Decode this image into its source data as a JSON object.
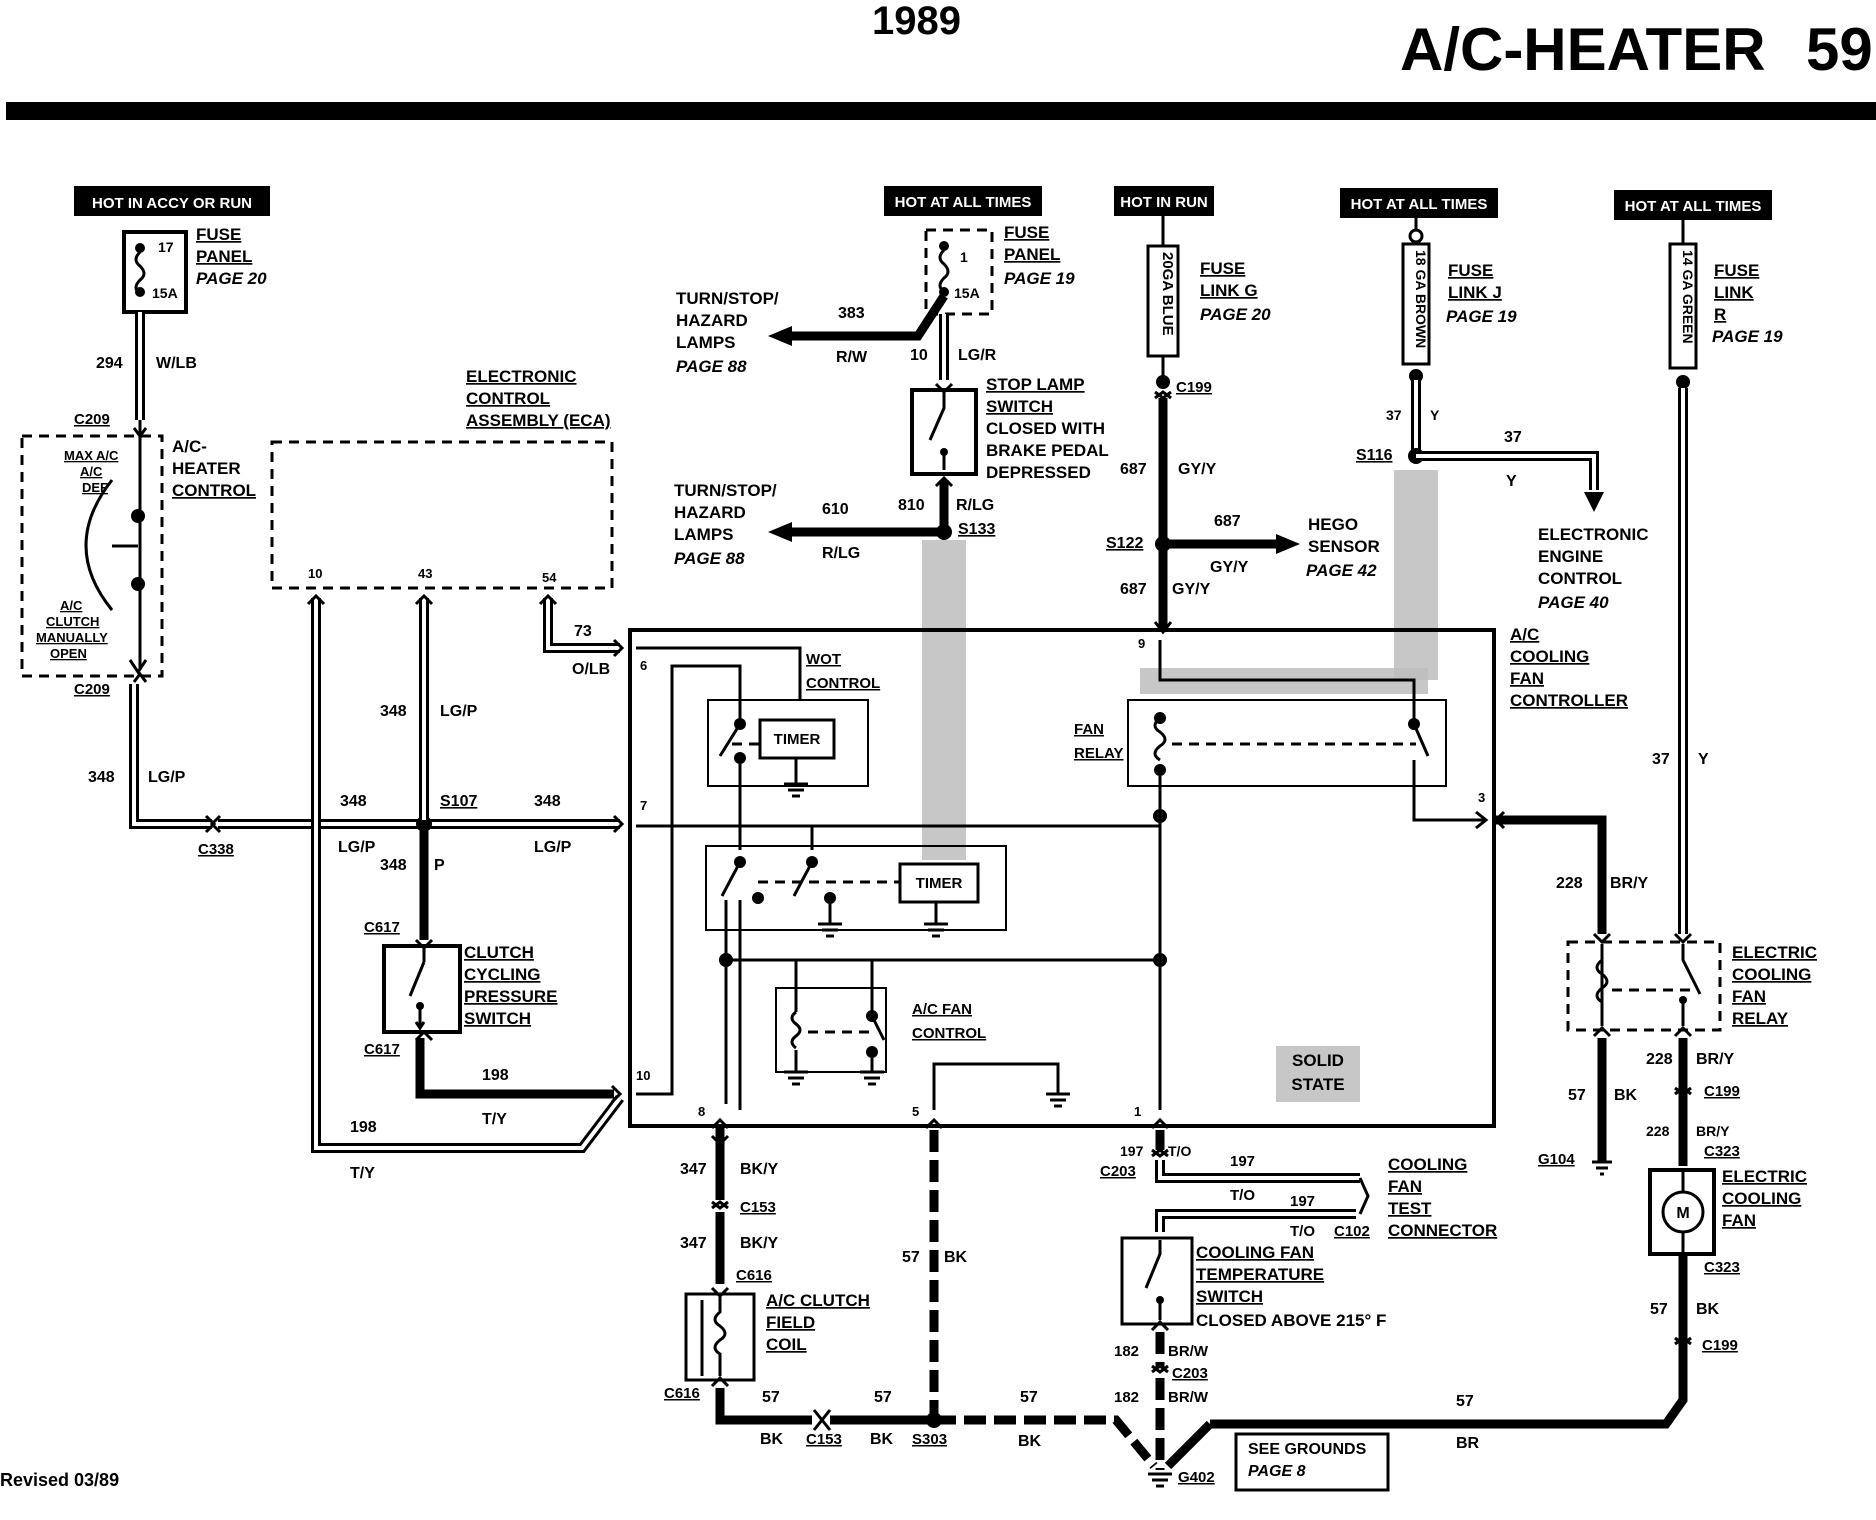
{
  "header": {
    "year": "1989",
    "title": "A/C-HEATER",
    "page": "59"
  },
  "footer": {
    "revised": "Revised 03/89"
  },
  "power": {
    "p1": "HOT IN ACCY OR RUN",
    "p2": "HOT AT ALL TIMES",
    "p3": "HOT IN RUN",
    "p4": "HOT AT ALL TIMES",
    "p5": "HOT AT ALL TIMES"
  },
  "fuse_panel_a": {
    "label1": "FUSE",
    "label2": "PANEL",
    "page": "PAGE 20",
    "num": "17",
    "amp": "15A"
  },
  "fuse_panel_b": {
    "label1": "FUSE",
    "label2": "PANEL",
    "page": "PAGE 19",
    "num": "1",
    "amp": "15A"
  },
  "fuse_link_g": {
    "wire": "20GA BLUE",
    "l1": "FUSE",
    "l2": "LINK G",
    "page": "PAGE 20"
  },
  "fuse_link_j": {
    "wire": "18 GA BROWN",
    "l1": "FUSE",
    "l2": "LINK J",
    "page": "PAGE 19"
  },
  "fuse_link_r": {
    "wire": "14 GA GREEN",
    "l1": "FUSE",
    "l2": "LINK",
    "l3": "R",
    "page": "PAGE 19"
  },
  "hvac_control": {
    "l1": "A/C-",
    "l2": "HEATER",
    "l3": "CONTROL",
    "max": "MAX A/C",
    "ac": "A/C",
    "def": "DEF",
    "clutch1": "A/C",
    "clutch2": "CLUTCH",
    "clutch3": "MANUALLY",
    "clutch4": "OPEN"
  },
  "eca": {
    "l1": "ELECTRONIC",
    "l2": "CONTROL",
    "l3": "ASSEMBLY (ECA)",
    "p10": "10",
    "p43": "43",
    "p54": "54"
  },
  "turn1": {
    "l1": "TURN/STOP/",
    "l2": "HAZARD",
    "l3": "LAMPS",
    "page": "PAGE 88"
  },
  "turn2": {
    "l1": "TURN/STOP/",
    "l2": "HAZARD",
    "l3": "LAMPS",
    "page": "PAGE 88"
  },
  "stop_switch": {
    "l1": "STOP LAMP",
    "l2": "SWITCH",
    "l3": "CLOSED WITH",
    "l4": "BRAKE PEDAL",
    "l5": "DEPRESSED"
  },
  "hego": {
    "l1": "HEGO",
    "l2": "SENSOR",
    "page": "PAGE 42"
  },
  "eec": {
    "l1": "ELECTRONIC",
    "l2": "ENGINE",
    "l3": "CONTROL",
    "page": "PAGE 40"
  },
  "controller": {
    "l1": "A/C",
    "l2": "COOLING",
    "l3": "FAN",
    "l4": "CONTROLLER",
    "wot1": "WOT",
    "wot2": "CONTROL",
    "timer": "TIMER",
    "timer2": "TIMER",
    "fanrelay1": "FAN",
    "fanrelay2": "RELAY",
    "acfan1": "A/C FAN",
    "acfan2": "CONTROL",
    "solid1": "SOLID",
    "solid2": "STATE",
    "pin6": "6",
    "pin7": "7",
    "pin10": "10",
    "pin9": "9",
    "pin3": "3",
    "pin8": "8",
    "pin5": "5",
    "pin1": "1"
  },
  "clutch_switch": {
    "l1": "CLUTCH",
    "l2": "CYCLING",
    "l3": "PRESSURE",
    "l4": "SWITCH"
  },
  "ecf_relay": {
    "l1": "ELECTRIC",
    "l2": "COOLING",
    "l3": "FAN",
    "l4": "RELAY"
  },
  "ecf_fan": {
    "l1": "ELECTRIC",
    "l2": "COOLING",
    "l3": "FAN",
    "motor": "M"
  },
  "clutch_coil": {
    "l1": "A/C CLUTCH",
    "l2": "FIELD",
    "l3": "COIL"
  },
  "test_conn": {
    "l1": "COOLING",
    "l2": "FAN",
    "l3": "TEST",
    "l4": "CONNECTOR"
  },
  "temp_switch": {
    "l1": "COOLING FAN",
    "l2": "TEMPERATURE",
    "l3": "SWITCH",
    "l4": "CLOSED ABOVE 215° F"
  },
  "grounds": {
    "l1": "SEE GROUNDS",
    "l2": "PAGE 8"
  },
  "wires": {
    "w294": "294",
    "wlb": "W/LB",
    "c209a": "C209",
    "c209b": "C209",
    "w348a": "348",
    "lgpa": "LG/P",
    "c338": "C338",
    "w348b": "348",
    "lgpb": "LG/P",
    "s107": "S107",
    "w348c": "348",
    "lgpc": "LG/P",
    "w348d": "348",
    "lgpd": "LG/P",
    "w348e": "348",
    "pe": "P",
    "c617a": "C617",
    "c617b": "C617",
    "w198a": "198",
    "tya": "T/Y",
    "w198b": "198",
    "tyb": "T/Y",
    "w73": "73",
    "olb": "O/LB",
    "w383": "383",
    "rw": "R/W",
    "w10": "10",
    "lgr": "LG/R",
    "w610": "610",
    "rlga": "R/LG",
    "w810": "810",
    "rlgb": "R/LG",
    "s133": "S133",
    "c199a": "C199",
    "w687a": "687",
    "gya": "GY/Y",
    "s122": "S122",
    "w687b": "687",
    "gyb": "GY/Y",
    "w687c": "687",
    "gyc": "GY/Y",
    "w37a": "37",
    "ya": "Y",
    "s116": "S116",
    "w37b": "37",
    "yb": "Y",
    "w37c": "37",
    "yc": "Y",
    "w228a": "228",
    "bry1": "BR/Y",
    "w228b": "228",
    "bry2": "BR/Y",
    "c199b": "C199",
    "w228c": "228",
    "bry3": "BR/Y",
    "c323a": "C323",
    "c323b": "C323",
    "w57a": "57",
    "bka": "BK",
    "g104": "G104",
    "w57b": "57",
    "bkb": "BK",
    "c199c": "C199",
    "w347a": "347",
    "bkya": "BK/Y",
    "c153a": "C153",
    "w347b": "347",
    "bkyb": "BK/Y",
    "c616a": "C616",
    "c616b": "C616",
    "w57c": "57",
    "bkc": "BK",
    "w57d": "57",
    "bkd": "BK",
    "c153b": "C153",
    "w57e": "57",
    "bke": "BK",
    "s303": "S303",
    "w57f": "57",
    "bkf": "BK",
    "w57g": "57",
    "brg": "BR",
    "w197a": "197",
    "toa": "T/O",
    "c203a": "C203",
    "w197b": "197",
    "tob": "T/O",
    "w197c": "197",
    "toc": "T/O",
    "c102": "C102",
    "w182a": "182",
    "brwa": "BR/W",
    "c203b": "C203",
    "w182b": "182",
    "brwb": "BR/W",
    "g402": "G402"
  }
}
